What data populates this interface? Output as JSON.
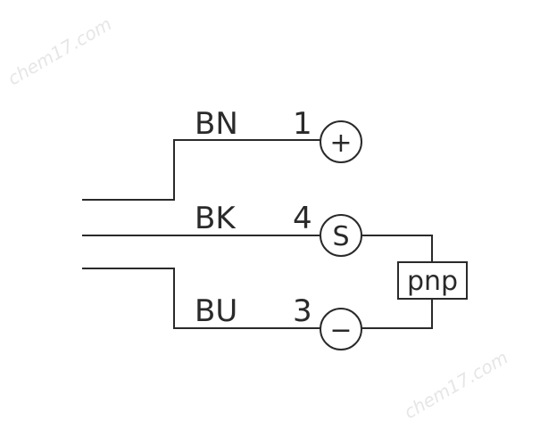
{
  "wires": [
    {
      "color_code": "BN",
      "pin": "1",
      "terminal_symbol": "+"
    },
    {
      "color_code": "BK",
      "pin": "4",
      "terminal_symbol": "S"
    },
    {
      "color_code": "BU",
      "pin": "3",
      "terminal_symbol": "−"
    }
  ],
  "output_type": "pnp",
  "watermark": "chem17.com",
  "colors": {
    "line": "#2a2a2a",
    "watermark": "#e6e6e6"
  }
}
